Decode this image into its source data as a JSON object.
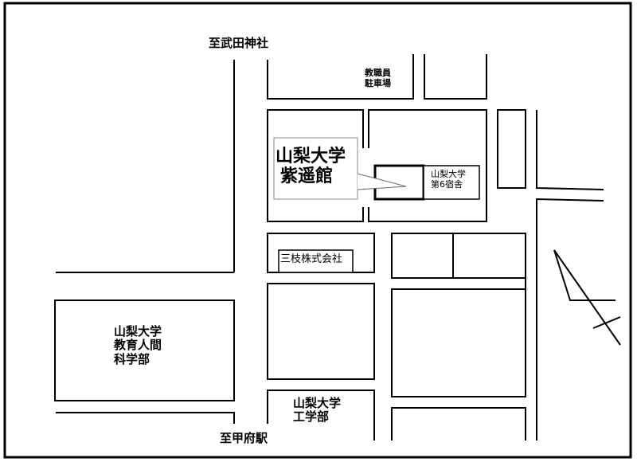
{
  "map": {
    "directions": {
      "north": "至武田神社",
      "south": "至甲府駅"
    },
    "landmarks": {
      "staff_parking": [
        "教職員",
        "駐車場"
      ],
      "venue": [
        "山梨大学",
        "紫遥館"
      ],
      "dorm": [
        "山梨大学",
        "第6宿舎"
      ],
      "company": "三枝株式会社",
      "education_faculty": [
        "山梨大学",
        "教育人間",
        "科学部"
      ],
      "engineering_faculty": [
        "山梨大学",
        "工学部"
      ]
    },
    "colors": {
      "line": "#000000",
      "callout_border": "#888888",
      "background": "#ffffff"
    }
  }
}
